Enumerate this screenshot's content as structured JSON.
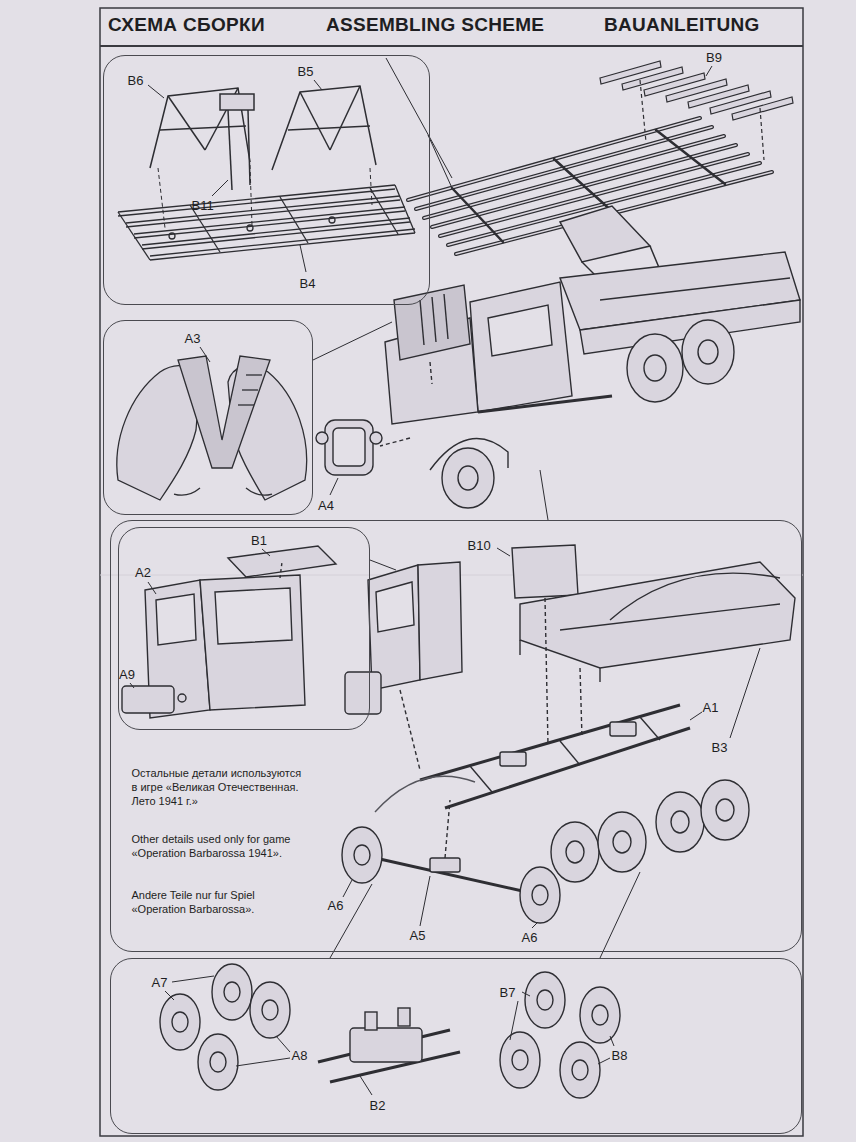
{
  "diagram": {
    "title": "ASSEMBLING SCHEME",
    "nodes": [
      {
        "text": [
          "B6",
          "B5",
          "B11",
          "B4"
        ]
      },
      {
        "text": [
          "A3"
        ]
      },
      {
        "text": [
          "B10",
          "B3",
          "A1",
          "Остальные детали используются в игре «Великая Отечественная. Лето 1941 г.»",
          "Other details used only for game «Operation Barbarossa 1941».",
          "Andere Teile nur fur Spiel «Operation Barbarossa».",
          "A6",
          "A5",
          "A6"
        ]
      },
      {
        "text": [
          "B1",
          "A2",
          "A9"
        ],
        "in": 2
      },
      {
        "text": [
          "A7",
          "A8",
          "B2",
          "B7",
          "B8"
        ]
      }
    ],
    "labels": [
      "СХЕМА СБОРКИ",
      "BAUANLEITUNG",
      "B9",
      "A4"
    ]
  }
}
